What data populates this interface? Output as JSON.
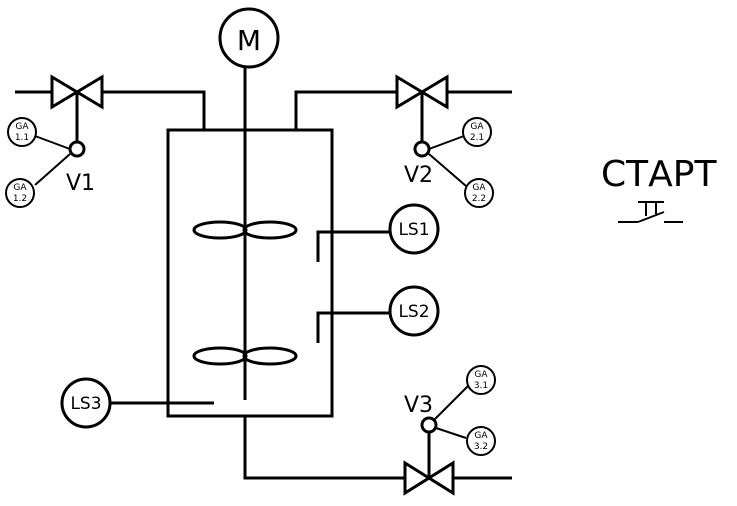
{
  "motor": {
    "label": "M"
  },
  "valves": {
    "v1": {
      "label": "V1",
      "ga_top": [
        "GA",
        "1.1"
      ],
      "ga_bottom": [
        "GA",
        "1.2"
      ]
    },
    "v2": {
      "label": "V2",
      "ga_top": [
        "GA",
        "2.1"
      ],
      "ga_bottom": [
        "GA",
        "2.2"
      ]
    },
    "v3": {
      "label": "V3",
      "ga_top": [
        "GA",
        "3.1"
      ],
      "ga_bottom": [
        "GA",
        "3.2"
      ]
    }
  },
  "sensors": {
    "ls1": "LS1",
    "ls2": "LS2",
    "ls3": "LS3"
  },
  "start": {
    "label": "СТАРТ"
  }
}
